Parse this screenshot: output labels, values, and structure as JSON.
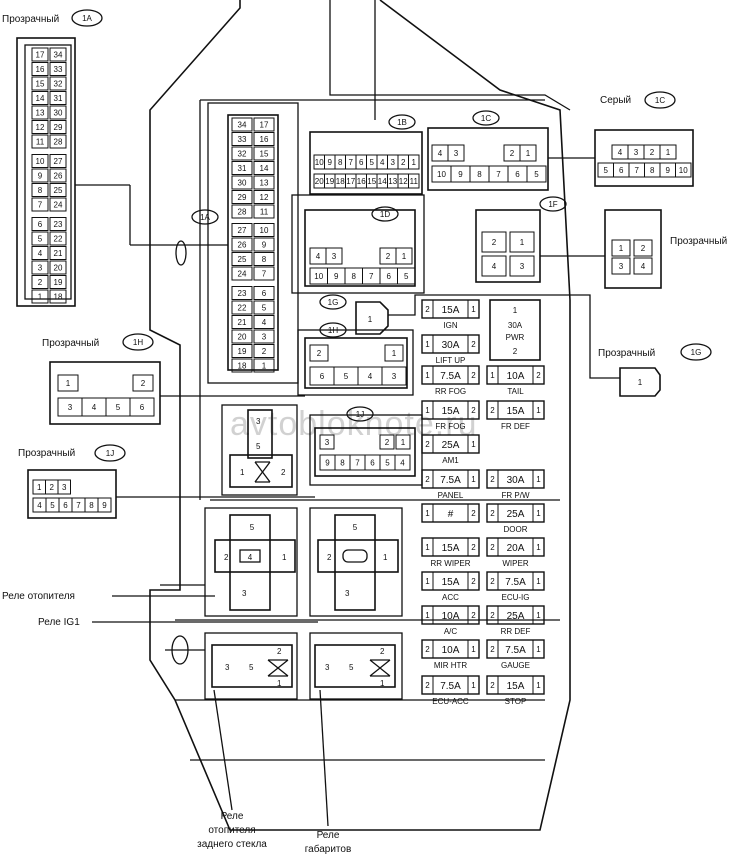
{
  "labels": {
    "conn_a_title": "Прозрачный",
    "conn_a_code": "1A",
    "conn_c_title": "Серый",
    "conn_c_code": "1C",
    "conn_right_title": "Прозрачный",
    "conn_g_title": "Прозрачный",
    "conn_g_code": "1G",
    "conn_h_title": "Прозрачный",
    "conn_h_code": "1H",
    "conn_j_title": "Прозрачный",
    "conn_j_code": "1J",
    "relay_heater": "Реле отопителя",
    "relay_ig1": "Реле IG1",
    "relay_rear_line1": "Реле",
    "relay_rear_line2": "отопителя",
    "relay_rear_line3": "заднего стекла",
    "relay_tail_line1": "Реле",
    "relay_tail_line2": "габаритов",
    "watermark": "avtobloknote.ru"
  },
  "connector_1a_left": [
    [
      "17",
      "34"
    ],
    [
      "16",
      "33"
    ],
    [
      "15",
      "32"
    ],
    [
      "14",
      "31"
    ],
    [
      "13",
      "30"
    ],
    [
      "12",
      "29"
    ],
    [
      "11",
      "28"
    ],
    [
      "10",
      "27"
    ],
    [
      "9",
      "26"
    ],
    [
      "8",
      "25"
    ],
    [
      "7",
      "24"
    ],
    [
      "6",
      "23"
    ],
    [
      "5",
      "22"
    ],
    [
      "4",
      "21"
    ],
    [
      "3",
      "20"
    ],
    [
      "2",
      "19"
    ],
    [
      "1",
      "18"
    ]
  ],
  "connector_1a_box": [
    [
      "34",
      "17"
    ],
    [
      "33",
      "16"
    ],
    [
      "32",
      "15"
    ],
    [
      "31",
      "14"
    ],
    [
      "30",
      "13"
    ],
    [
      "29",
      "12"
    ],
    [
      "28",
      "11"
    ],
    [
      "27",
      "10"
    ],
    [
      "26",
      "9"
    ],
    [
      "25",
      "8"
    ],
    [
      "24",
      "7"
    ],
    [
      "23",
      "6"
    ],
    [
      "22",
      "5"
    ],
    [
      "21",
      "4"
    ],
    [
      "20",
      "3"
    ],
    [
      "19",
      "2"
    ],
    [
      "18",
      "1"
    ]
  ],
  "box_codes": {
    "a": "1A",
    "b": "1B",
    "c": "1C",
    "d": "1D",
    "f": "1F",
    "g": "1G",
    "h": "1H",
    "j": "1J"
  },
  "conn_b_top": [
    "10",
    "9",
    "8",
    "7",
    "6",
    "5",
    "4",
    "3",
    "2",
    "1"
  ],
  "conn_b_bottom": [
    "20",
    "19",
    "18",
    "17",
    "16",
    "15",
    "14",
    "13",
    "12",
    "11"
  ],
  "conn_c_top": [
    "4",
    "3",
    "2",
    "1"
  ],
  "conn_c_bottom": [
    "10",
    "9",
    "8",
    "7",
    "6",
    "5"
  ],
  "conn_c_ext_top": [
    "4",
    "3",
    "2",
    "1"
  ],
  "conn_c_ext_bottom": [
    "5",
    "6",
    "7",
    "8",
    "9",
    "10"
  ],
  "conn_d_top": [
    "4",
    "3",
    "2",
    "1"
  ],
  "conn_d_bottom": [
    "10",
    "9",
    "8",
    "7",
    "6",
    "5"
  ],
  "conn_f": [
    "2",
    "1",
    "4",
    "3"
  ],
  "conn_h_box_top": [
    "2",
    "1"
  ],
  "conn_h_box_bottom": [
    "6",
    "5",
    "4",
    "3"
  ],
  "conn_h_ext_top": [
    "1",
    "2"
  ],
  "conn_h_ext_bottom": [
    "3",
    "4",
    "5",
    "6"
  ],
  "conn_j_box_top": [
    "3",
    "2",
    "1"
  ],
  "conn_j_box_bottom": [
    "9",
    "8",
    "7",
    "6",
    "5",
    "4"
  ],
  "conn_j_ext_top": [
    "1",
    "2",
    "3"
  ],
  "conn_j_ext_bottom": [
    "4",
    "5",
    "6",
    "7",
    "8",
    "9"
  ],
  "conn_g_pin": "1",
  "pwr_relay": {
    "top": "1",
    "mid1": "30A",
    "mid2": "PWR",
    "bot": "2"
  },
  "relay_small": {
    "p3": "3",
    "p5": "5",
    "p1": "1",
    "p2": "2"
  },
  "relay_heater_pins": {
    "p5": "5",
    "p2": "2",
    "p4": "4",
    "p1": "1",
    "p3": "3"
  },
  "relay_ig1_pins": {
    "p5": "5",
    "p2": "2",
    "p1": "1",
    "p3": "3"
  },
  "relay_rear_pins": {
    "p3": "3",
    "p5": "5",
    "p2": "2",
    "p1": "1"
  },
  "relay_tail_pins": {
    "p3": "3",
    "p5": "5",
    "p2": "2",
    "p1": "1"
  },
  "fuses": [
    {
      "l": "2",
      "r": "1",
      "amp": "15A",
      "name": "IGN"
    },
    {
      "l": "1",
      "r": "2",
      "amp": "30A",
      "name": "LIFT UP"
    },
    {
      "l": "1",
      "r": "2",
      "amp": "7.5A",
      "name": "RR FOG"
    },
    {
      "l": "1",
      "r": "2",
      "amp": "10A",
      "name": "TAIL"
    },
    {
      "l": "1",
      "r": "2",
      "amp": "15A",
      "name": "FR FOG"
    },
    {
      "l": "2",
      "r": "1",
      "amp": "15A",
      "name": "FR DEF"
    },
    {
      "l": "2",
      "r": "1",
      "amp": "25A",
      "name": "AM1"
    },
    {
      "l": "2",
      "r": "1",
      "amp": "7.5A",
      "name": "PANEL"
    },
    {
      "l": "2",
      "r": "1",
      "amp": "30A",
      "name": "FR P/W"
    },
    {
      "l": "1",
      "r": "2",
      "amp": "#",
      "name": ""
    },
    {
      "l": "2",
      "r": "1",
      "amp": "25A",
      "name": "DOOR"
    },
    {
      "l": "1",
      "r": "2",
      "amp": "15A",
      "name": "RR WIPER"
    },
    {
      "l": "2",
      "r": "1",
      "amp": "20A",
      "name": "WIPER"
    },
    {
      "l": "1",
      "r": "2",
      "amp": "15A",
      "name": "ACC"
    },
    {
      "l": "2",
      "r": "1",
      "amp": "7.5A",
      "name": "ECU-IG"
    },
    {
      "l": "1",
      "r": "2",
      "amp": "10A",
      "name": "A/C"
    },
    {
      "l": "2",
      "r": "1",
      "amp": "25A",
      "name": "RR DEF"
    },
    {
      "l": "2",
      "r": "1",
      "amp": "10A",
      "name": "MIR HTR"
    },
    {
      "l": "2",
      "r": "1",
      "amp": "7.5A",
      "name": "GAUGE"
    },
    {
      "l": "2",
      "r": "1",
      "amp": "7.5A",
      "name": "ECU-ACC"
    },
    {
      "l": "2",
      "r": "1",
      "amp": "15A",
      "name": "STOP"
    }
  ]
}
